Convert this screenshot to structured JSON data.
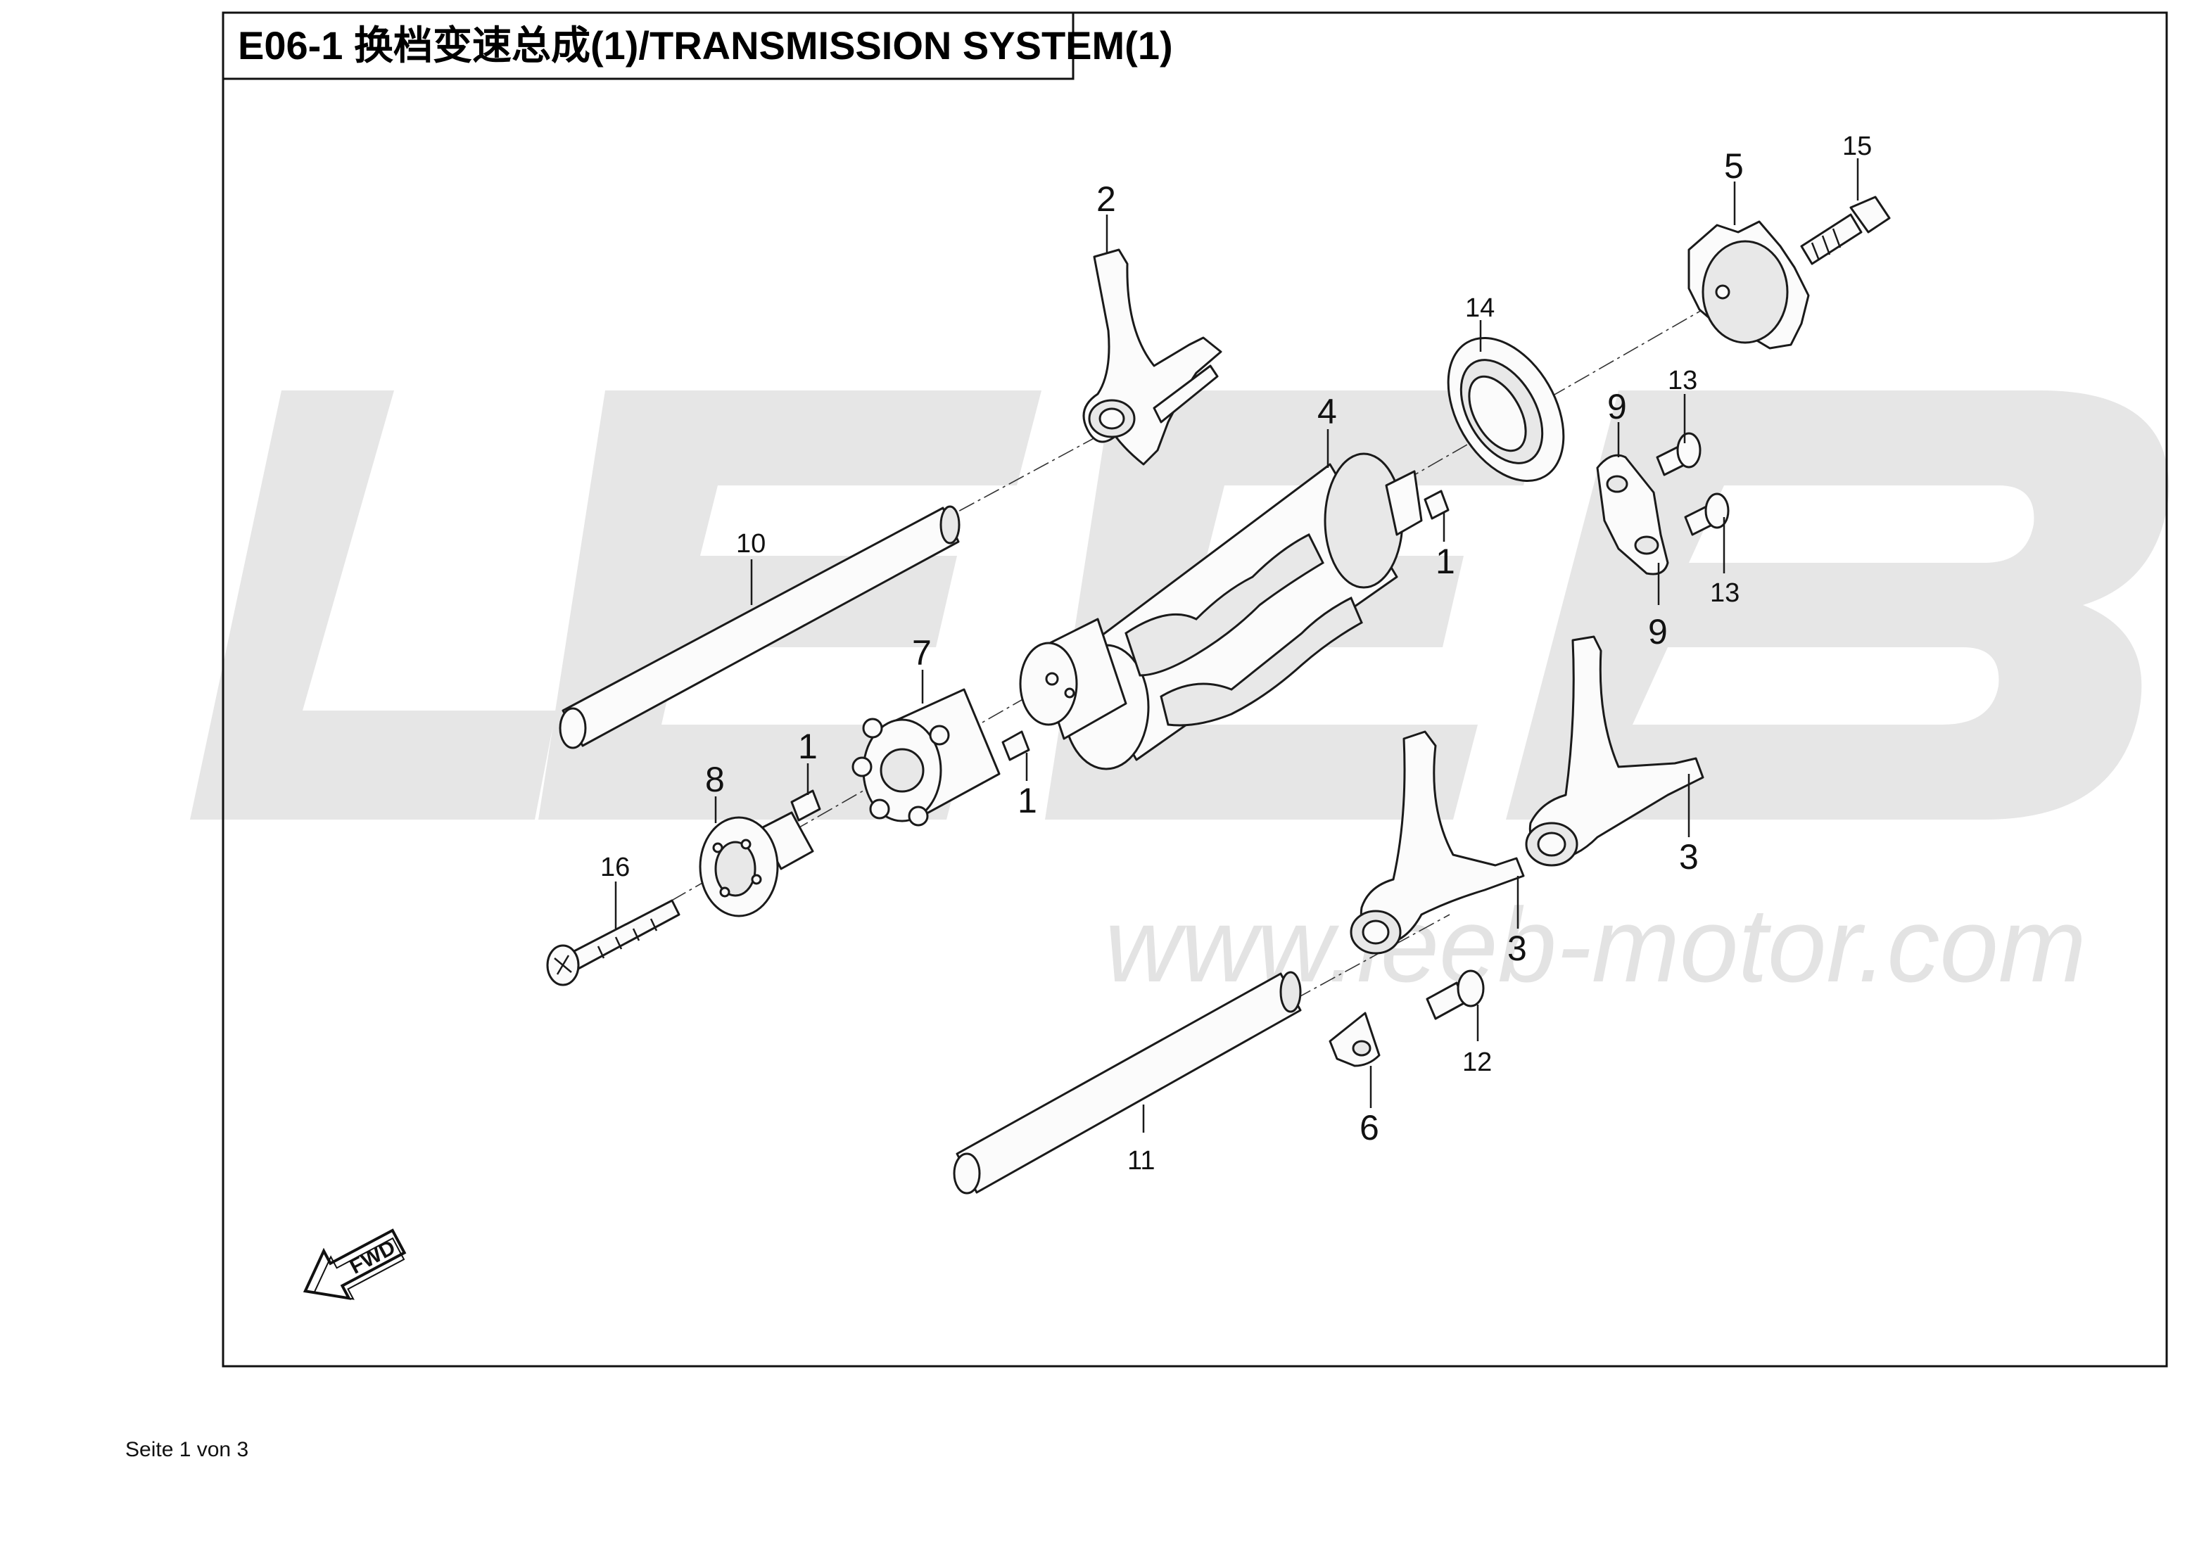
{
  "header": {
    "title": "E06-1  换档变速总成(1)/TRANSMISSION  SYSTEM(1)"
  },
  "watermark": {
    "url": "www.leeb-motor.com",
    "logo_letters": "LEEB",
    "color": "#e3e3e3"
  },
  "direction_arrow": {
    "label": "FWD"
  },
  "callouts": [
    {
      "id": "c2",
      "label": "2"
    },
    {
      "id": "c5",
      "label": "5"
    },
    {
      "id": "c15",
      "label": "15"
    },
    {
      "id": "c14",
      "label": "14"
    },
    {
      "id": "c4",
      "label": "4"
    },
    {
      "id": "c9a",
      "label": "9"
    },
    {
      "id": "c13a",
      "label": "13"
    },
    {
      "id": "c13b",
      "label": "13"
    },
    {
      "id": "c9b",
      "label": "9"
    },
    {
      "id": "c1a",
      "label": "1"
    },
    {
      "id": "c10",
      "label": "10"
    },
    {
      "id": "c7",
      "label": "7"
    },
    {
      "id": "c1b",
      "label": "1"
    },
    {
      "id": "c1c",
      "label": "1"
    },
    {
      "id": "c8",
      "label": "8"
    },
    {
      "id": "c16",
      "label": "16"
    },
    {
      "id": "c3a",
      "label": "3"
    },
    {
      "id": "c3b",
      "label": "3"
    },
    {
      "id": "c12",
      "label": "12"
    },
    {
      "id": "c6",
      "label": "6"
    },
    {
      "id": "c11",
      "label": "11"
    }
  ],
  "footer": {
    "page_label": "Seite 1 von 3"
  }
}
